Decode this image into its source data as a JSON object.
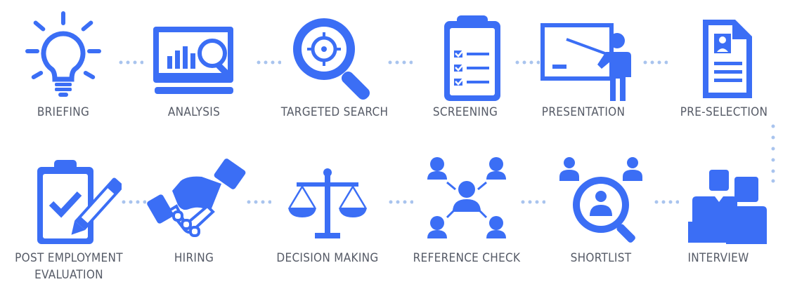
{
  "colors": {
    "icon": "#3b6ef5",
    "dots": "#a9c4ee",
    "label": "#555a66"
  },
  "steps": [
    {
      "label": "BRIEFING",
      "icon": "lightbulb-icon"
    },
    {
      "label": "ANALYSIS",
      "icon": "monitor-chart-magnifier-icon"
    },
    {
      "label": "TARGETED SEARCH",
      "icon": "magnifier-target-icon"
    },
    {
      "label": "SCREENING",
      "icon": "clipboard-checklist-icon"
    },
    {
      "label": "PRESENTATION",
      "icon": "presenter-board-icon"
    },
    {
      "label": "PRE-SELECTION",
      "icon": "resume-document-icon"
    },
    {
      "label": "INTERVIEW",
      "icon": "interview-people-icon"
    },
    {
      "label": "SHORTLIST",
      "icon": "candidate-magnifier-icon"
    },
    {
      "label": "REFERENCE CHECK",
      "icon": "network-people-icon"
    },
    {
      "label": "DECISION MAKING",
      "icon": "balance-scale-icon"
    },
    {
      "label": "HIRING",
      "icon": "handshake-icon"
    },
    {
      "label": "POST EMPLOYMENT\nEVALUATION",
      "icon": "clipboard-pen-check-icon"
    }
  ]
}
